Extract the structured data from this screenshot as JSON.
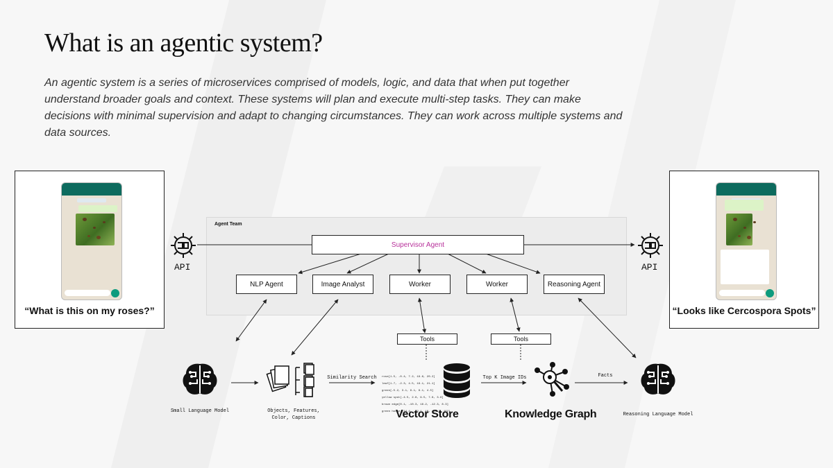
{
  "title": "What is an agentic system?",
  "subtitle": "An agentic system is a series of microservices comprised of models, logic, and data that when put together understand broader goals and context. These systems will plan and execute multi-step tasks. They can make decisions with minimal supervision and adapt to changing circumstances. They can work across multiple systems and data sources.",
  "left_card": {
    "quote": "“What is this on my roses?”"
  },
  "right_card": {
    "quote": "“Looks like Cercospora Spots”"
  },
  "api": {
    "left_label": "API",
    "right_label": "API"
  },
  "agent_team": {
    "label": "Agent Team",
    "supervisor": "Supervisor Agent",
    "agents": [
      "NLP Agent",
      "Image Analyst",
      "Worker",
      "Worker",
      "Reasoning Agent"
    ]
  },
  "tools": [
    "Tools",
    "Tools"
  ],
  "pipeline": {
    "slm_label": "Small Language Model",
    "objects_label_line1": "Objects, Features,",
    "objects_label_line2": "Color, Captions",
    "similarity_label": "Similarity Search",
    "vector_store_label": "Vector Store",
    "topk_label": "Top K Image IDs",
    "knowledge_graph_label": "Knowledge Graph",
    "facts_label": "Facts",
    "rlm_label": "Reasoning Language Model",
    "vector_lines": [
      "rose[1.5, -0.4, 7.2, 19.6, 20.2]",
      "leaf[1.7, -2.3, 4.5, 19.1, 21.1]",
      "green[-5.2, 3.1, 9.1, 8.1, 4.5]",
      "yellow spot[-4.5, 2.8, 9.5, 7.8, 3.6]",
      "brown edge[0.1, -10.3, 18.2, -12.3, 8.3]",
      "green house [14.4, -72.1, 16, -10.3, 162]"
    ]
  },
  "colors": {
    "accent": "#b7309a",
    "stroke": "#222222"
  }
}
